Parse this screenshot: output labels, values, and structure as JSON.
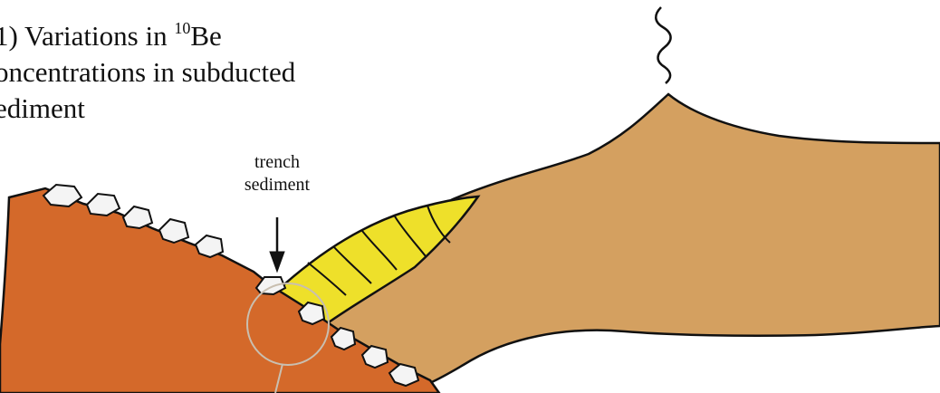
{
  "caption": {
    "line1_prefix": "1) Variations in ",
    "line1_superscript": "10",
    "line1_suffix": "Be",
    "line2": "oncentrations in subducted",
    "line3": "ediment"
  },
  "labels": {
    "trench_line1": "trench",
    "trench_line2": "sediment"
  },
  "colors": {
    "oceanic_plate": "#d4692a",
    "continental_crust": "#d4a060",
    "accretionary_wedge": "#eee02a",
    "sediment_blocks": "#f4f4f4",
    "outline": "#111111",
    "magnifier_circle": "#c9bfb0"
  }
}
